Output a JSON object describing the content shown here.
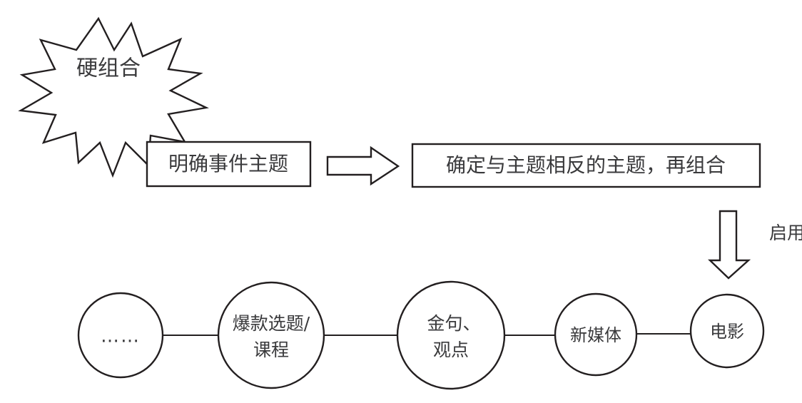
{
  "diagram": {
    "title_burst": {
      "text": "硬组合",
      "shape": "starburst"
    },
    "process": {
      "steps": [
        {
          "id": "step-1",
          "text": "明确事件主题"
        },
        {
          "id": "step-2",
          "text": "确定与主题相反的主题，再组合"
        }
      ],
      "connector_right_arrow": {
        "name": "block-arrow-right",
        "label": ""
      },
      "connector_down_arrow": {
        "name": "block-arrow-down",
        "label": "启用"
      }
    },
    "chain": {
      "nodes": [
        {
          "id": "node-ellipsis",
          "lines": [
            "……"
          ]
        },
        {
          "id": "node-hot-topic",
          "lines": [
            "爆款选题/",
            "课程"
          ]
        },
        {
          "id": "node-golden-quote",
          "lines": [
            "金句、",
            "观点"
          ]
        },
        {
          "id": "node-new-media",
          "lines": [
            "新媒体"
          ]
        },
        {
          "id": "node-movie",
          "lines": [
            "电影"
          ]
        }
      ]
    },
    "colors": {
      "stroke": "#231f20",
      "text": "#3a3a3c",
      "background": "#ffffff"
    }
  }
}
